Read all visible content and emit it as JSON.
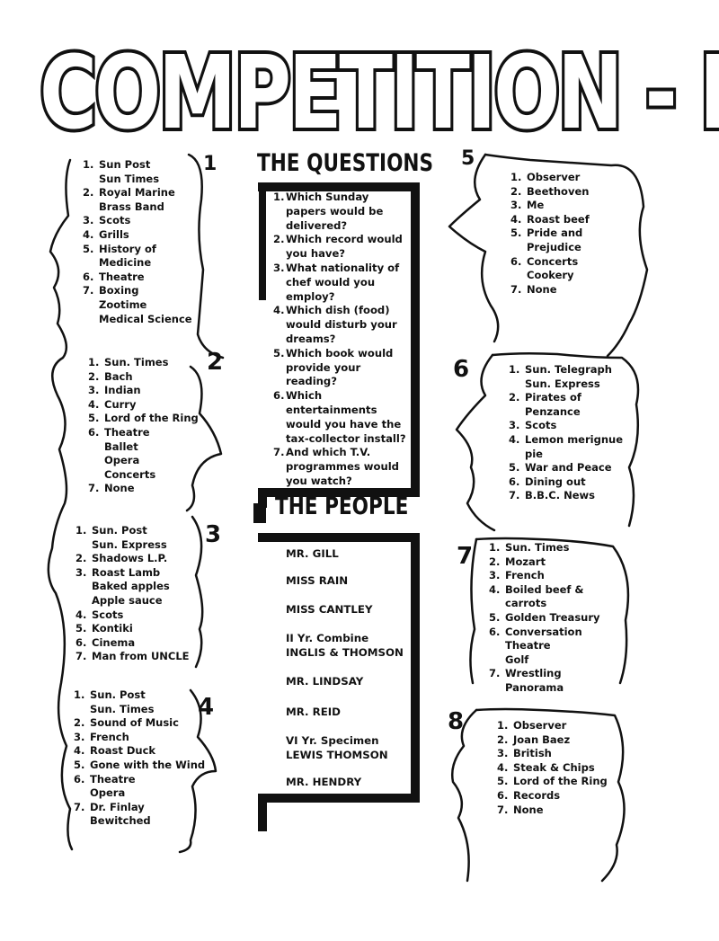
{
  "title": "COMPETITION - I",
  "questions_header": "THE QUESTIONS",
  "people_header": "THE PEOPLE",
  "questions": [
    {
      "num": "1.",
      "text": "Which Sunday papers would be delivered?"
    },
    {
      "num": "2.",
      "text": "Which record would you have?"
    },
    {
      "num": "3.",
      "text": "What nationality of chef would you employ?"
    },
    {
      "num": "4.",
      "text": "Which dish (food) would disturb your dreams?"
    },
    {
      "num": "5.",
      "text": "Which book would provide your reading?"
    },
    {
      "num": "6.",
      "text": "Which entertainments would you have the tax-collector install?"
    },
    {
      "num": "7.",
      "text": "And which T.V. programmes would you watch?"
    }
  ],
  "people": [
    "MR. GILL",
    "MISS RAIN",
    "MISS CANTLEY",
    "II Yr. Combine",
    "INGLIS & THOMSON",
    "MR. LINDSAY",
    "MR. REID",
    "VI Yr. Specimen",
    "LEWIS THOMSON",
    "MR. HENDRY"
  ],
  "panels": [
    {
      "label": "1",
      "answers": [
        {
          "n": "1.",
          "lines": [
            "Sun Post",
            "Sun Times"
          ]
        },
        {
          "n": "2.",
          "lines": [
            "Royal Marine",
            "Brass Band"
          ]
        },
        {
          "n": "3.",
          "lines": [
            "Scots"
          ]
        },
        {
          "n": "4.",
          "lines": [
            "Grills"
          ]
        },
        {
          "n": "5.",
          "lines": [
            "History of",
            "Medicine"
          ]
        },
        {
          "n": "6.",
          "lines": [
            "Theatre"
          ]
        },
        {
          "n": "7.",
          "lines": [
            "Boxing",
            "Zootime",
            "Medical Science"
          ]
        }
      ]
    },
    {
      "label": "2",
      "answers": [
        {
          "n": "1.",
          "lines": [
            "Sun. Times"
          ]
        },
        {
          "n": "2.",
          "lines": [
            "Bach"
          ]
        },
        {
          "n": "3.",
          "lines": [
            "Indian"
          ]
        },
        {
          "n": "4.",
          "lines": [
            "Curry"
          ]
        },
        {
          "n": "5.",
          "lines": [
            "Lord of the Ring"
          ]
        },
        {
          "n": "6.",
          "lines": [
            "Theatre",
            "Ballet",
            "Opera",
            "Concerts"
          ]
        },
        {
          "n": "7.",
          "lines": [
            "None"
          ]
        }
      ]
    },
    {
      "label": "3",
      "answers": [
        {
          "n": "1.",
          "lines": [
            "Sun. Post",
            "Sun. Express"
          ]
        },
        {
          "n": "2.",
          "lines": [
            "Shadows L.P."
          ]
        },
        {
          "n": "3.",
          "lines": [
            "Roast Lamb",
            "Baked apples",
            "Apple sauce"
          ]
        },
        {
          "n": "4.",
          "lines": [
            "Scots"
          ]
        },
        {
          "n": "5.",
          "lines": [
            "Kontiki"
          ]
        },
        {
          "n": "6.",
          "lines": [
            "Cinema"
          ]
        },
        {
          "n": "7.",
          "lines": [
            "Man from UNCLE"
          ]
        }
      ]
    },
    {
      "label": "4",
      "answers": [
        {
          "n": "1.",
          "lines": [
            "Sun. Post",
            "Sun. Times"
          ]
        },
        {
          "n": "2.",
          "lines": [
            "Sound of Music"
          ]
        },
        {
          "n": "3.",
          "lines": [
            "French"
          ]
        },
        {
          "n": "4.",
          "lines": [
            "Roast Duck"
          ]
        },
        {
          "n": "5.",
          "lines": [
            "Gone with the Wind"
          ]
        },
        {
          "n": "6.",
          "lines": [
            "Theatre",
            "Opera"
          ]
        },
        {
          "n": "7.",
          "lines": [
            "Dr. Finlay",
            "Bewitched"
          ]
        }
      ]
    },
    {
      "label": "5",
      "answers": [
        {
          "n": "1.",
          "lines": [
            "Observer"
          ]
        },
        {
          "n": "2.",
          "lines": [
            "Beethoven"
          ]
        },
        {
          "n": "3.",
          "lines": [
            "Me"
          ]
        },
        {
          "n": "4.",
          "lines": [
            "Roast beef"
          ]
        },
        {
          "n": "5.",
          "lines": [
            "Pride and",
            "Prejudice"
          ]
        },
        {
          "n": "6.",
          "lines": [
            "Concerts",
            "Cookery"
          ]
        },
        {
          "n": "7.",
          "lines": [
            "None"
          ]
        }
      ]
    },
    {
      "label": "6",
      "answers": [
        {
          "n": "1.",
          "lines": [
            "Sun. Telegraph",
            "Sun. Express"
          ]
        },
        {
          "n": "2.",
          "lines": [
            "Pirates of",
            "Penzance"
          ]
        },
        {
          "n": "3.",
          "lines": [
            "Scots"
          ]
        },
        {
          "n": "4.",
          "lines": [
            "Lemon merignue",
            "pie"
          ]
        },
        {
          "n": "5.",
          "lines": [
            "War and Peace"
          ]
        },
        {
          "n": "6.",
          "lines": [
            "Dining out"
          ]
        },
        {
          "n": "7.",
          "lines": [
            "B.B.C. News"
          ]
        }
      ]
    },
    {
      "label": "7",
      "answers": [
        {
          "n": "1.",
          "lines": [
            "Sun. Times"
          ]
        },
        {
          "n": "2.",
          "lines": [
            "Mozart"
          ]
        },
        {
          "n": "3.",
          "lines": [
            "French"
          ]
        },
        {
          "n": "4.",
          "lines": [
            "Boiled beef &",
            "carrots"
          ]
        },
        {
          "n": "5.",
          "lines": [
            "Golden Treasury"
          ]
        },
        {
          "n": "6.",
          "lines": [
            "Conversation",
            "Theatre",
            "Golf"
          ]
        },
        {
          "n": "7.",
          "lines": [
            "Wrestling",
            "Panorama"
          ]
        }
      ]
    },
    {
      "label": "8",
      "answers": [
        {
          "n": "1.",
          "lines": [
            "Observer"
          ]
        },
        {
          "n": "2.",
          "lines": [
            "Joan Baez"
          ]
        },
        {
          "n": "3.",
          "lines": [
            "British"
          ]
        },
        {
          "n": "4.",
          "lines": [
            "Steak & Chips"
          ]
        },
        {
          "n": "5.",
          "lines": [
            "Lord of the Ring"
          ]
        },
        {
          "n": "6.",
          "lines": [
            "Records"
          ]
        },
        {
          "n": "7.",
          "lines": [
            "None"
          ]
        }
      ]
    }
  ]
}
